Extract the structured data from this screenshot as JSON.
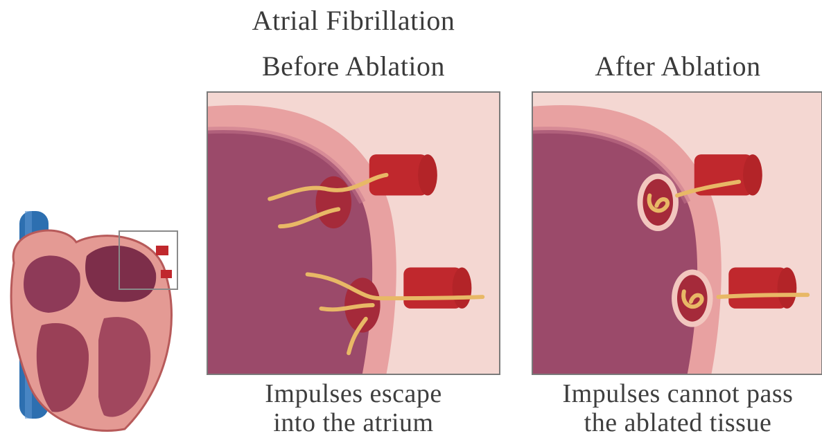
{
  "title": "Atrial Fibrillation",
  "panels": [
    {
      "heading": "Before Ablation",
      "caption_line1": "Impulses escape",
      "caption_line2": "into the atrium"
    },
    {
      "heading": "After Ablation",
      "caption_line1": "Impulses cannot pass",
      "caption_line2": "the ablated tissue"
    }
  ],
  "colors": {
    "atrium_wall": "#e8a1a1",
    "chamber": "#9b4a6a",
    "vein": "#c0282d",
    "impulse": "#e8b866",
    "vena_cava": "#2d6fb0",
    "frame": "#7a7a7a"
  }
}
